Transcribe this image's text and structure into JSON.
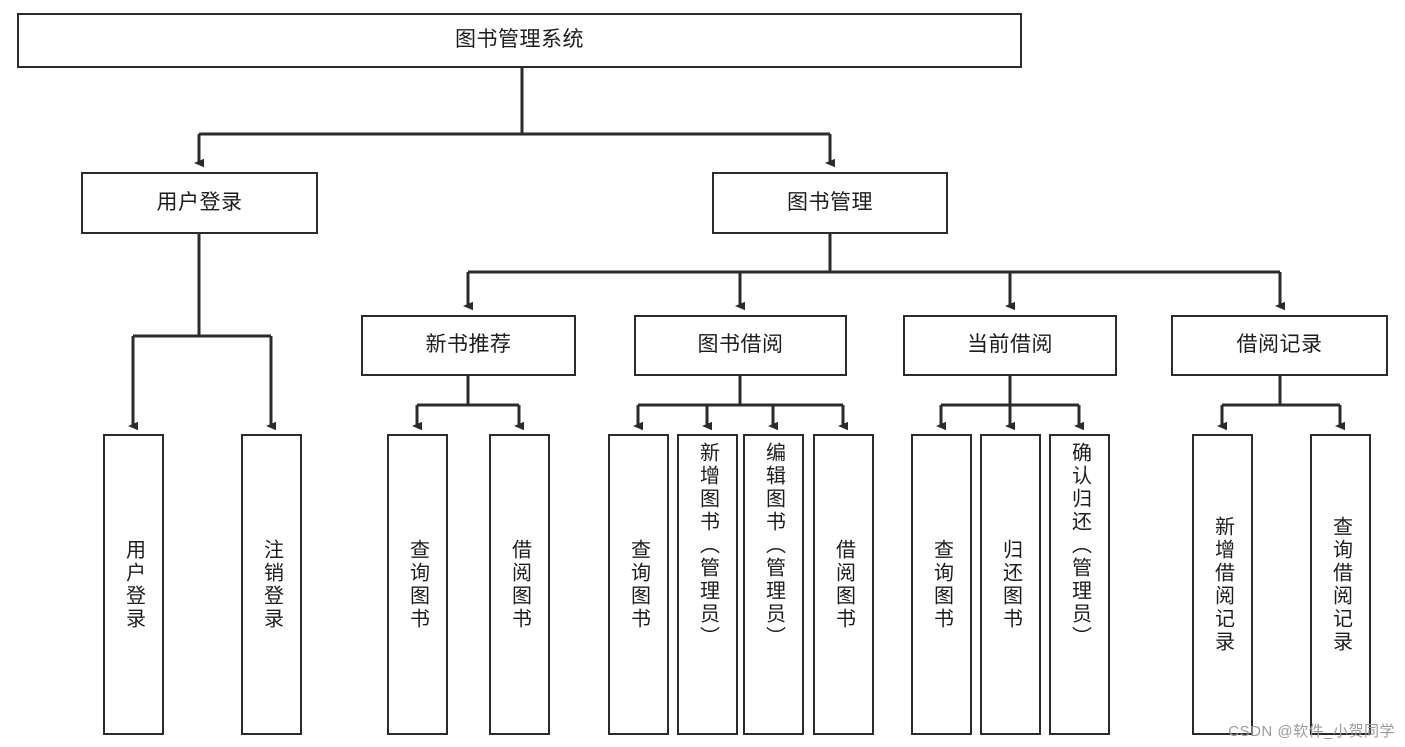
{
  "diagram": {
    "type": "tree",
    "title": "图书管理系统",
    "root": {
      "id": "root",
      "label": "图书管理系统"
    },
    "level1": [
      {
        "id": "user-login",
        "label": "用户登录"
      },
      {
        "id": "book-management",
        "label": "图书管理"
      }
    ],
    "level2": [
      {
        "id": "new-book-recommend",
        "label": "新书推荐",
        "parent": "book-management"
      },
      {
        "id": "book-borrow",
        "label": "图书借阅",
        "parent": "book-management"
      },
      {
        "id": "current-borrow",
        "label": "当前借阅",
        "parent": "book-management"
      },
      {
        "id": "borrow-record",
        "label": "借阅记录",
        "parent": "book-management"
      }
    ],
    "leaves": [
      {
        "id": "leaf-user-login",
        "label": "用户登录",
        "parent": "user-login"
      },
      {
        "id": "leaf-logout-login",
        "label": "注销登录",
        "parent": "user-login"
      },
      {
        "id": "leaf-query-book-1",
        "label": "查询图书",
        "parent": "new-book-recommend"
      },
      {
        "id": "leaf-borrow-book-1",
        "label": "借阅图书",
        "parent": "new-book-recommend"
      },
      {
        "id": "leaf-query-book-2",
        "label": "查询图书",
        "parent": "book-borrow"
      },
      {
        "id": "leaf-add-book",
        "label": "新增图书（管理员）",
        "parent": "book-borrow"
      },
      {
        "id": "leaf-edit-book",
        "label": "编辑图书（管理员）",
        "parent": "book-borrow"
      },
      {
        "id": "leaf-borrow-book-2",
        "label": "借阅图书",
        "parent": "book-borrow"
      },
      {
        "id": "leaf-query-book-3",
        "label": "查询图书",
        "parent": "current-borrow"
      },
      {
        "id": "leaf-return-book",
        "label": "归还图书",
        "parent": "current-borrow"
      },
      {
        "id": "leaf-confirm-return",
        "label": "确认归还（管理员）",
        "parent": "current-borrow"
      },
      {
        "id": "leaf-add-record",
        "label": "新增借阅记录",
        "parent": "borrow-record"
      },
      {
        "id": "leaf-query-record",
        "label": "查询借阅记录",
        "parent": "borrow-record"
      }
    ]
  },
  "watermark": {
    "text": "CSDN @软件_小贺同学"
  },
  "colors": {
    "background": "#ffffff",
    "box_border": "#2b2b2b",
    "text": "#1d1d1d",
    "connector": "#2b2b2b",
    "watermark": "#9a9a9a"
  }
}
